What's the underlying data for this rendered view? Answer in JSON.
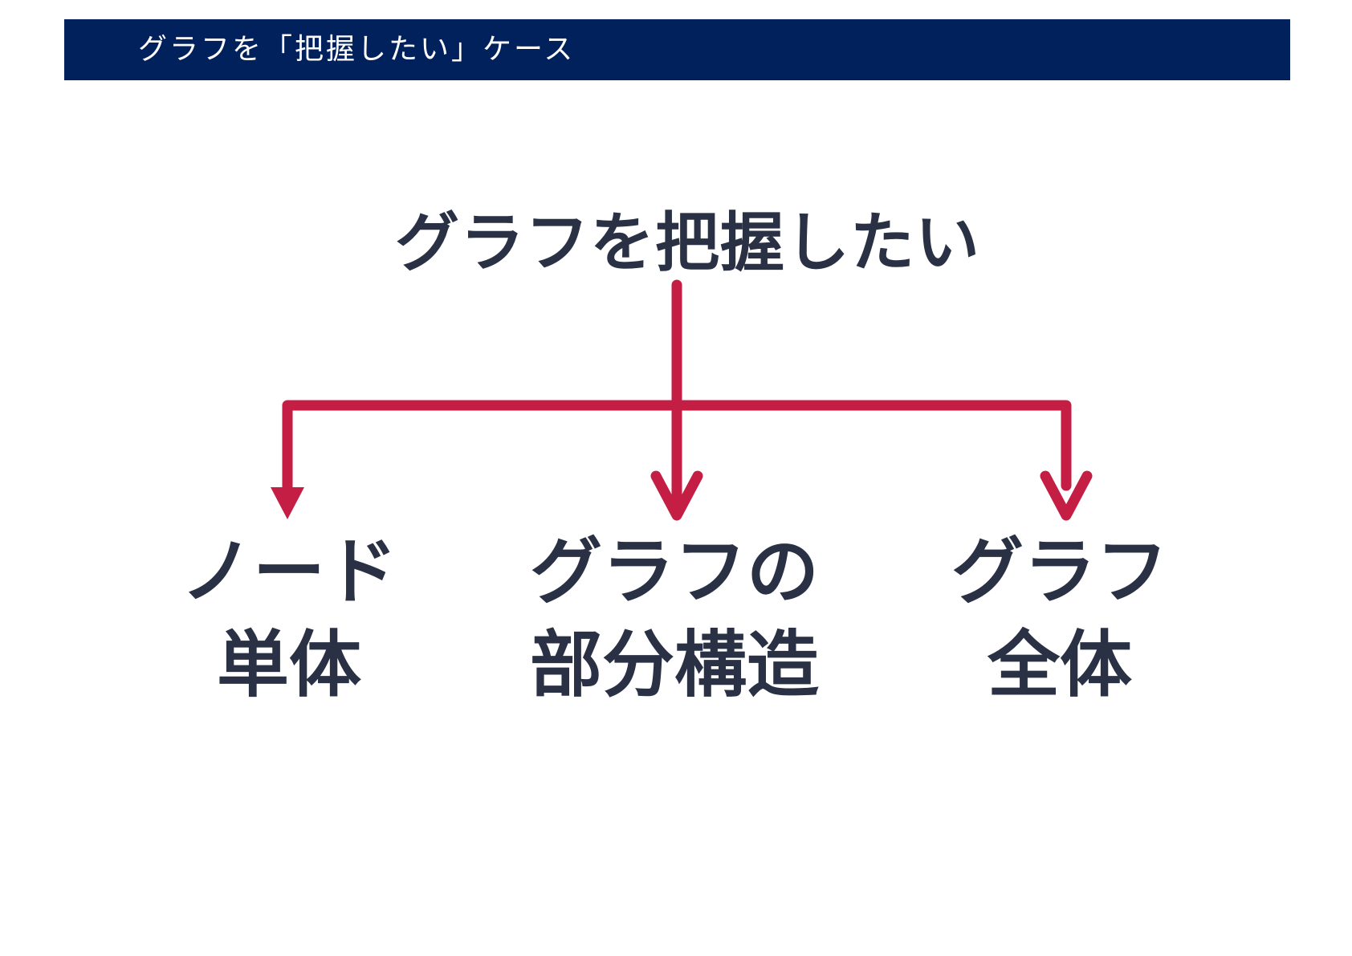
{
  "header": {
    "title": "グラフを「把握したい」ケース",
    "background": "#00215c"
  },
  "root": {
    "label": "グラフを把握したい"
  },
  "children": [
    {
      "line1": "ノード",
      "line2": "単体"
    },
    {
      "line1": "グラフの",
      "line2": "部分構造"
    },
    {
      "line1": "グラフ",
      "line2": "全体"
    }
  ],
  "colors": {
    "arrow": "#c41e45",
    "text": "#2a3145"
  }
}
